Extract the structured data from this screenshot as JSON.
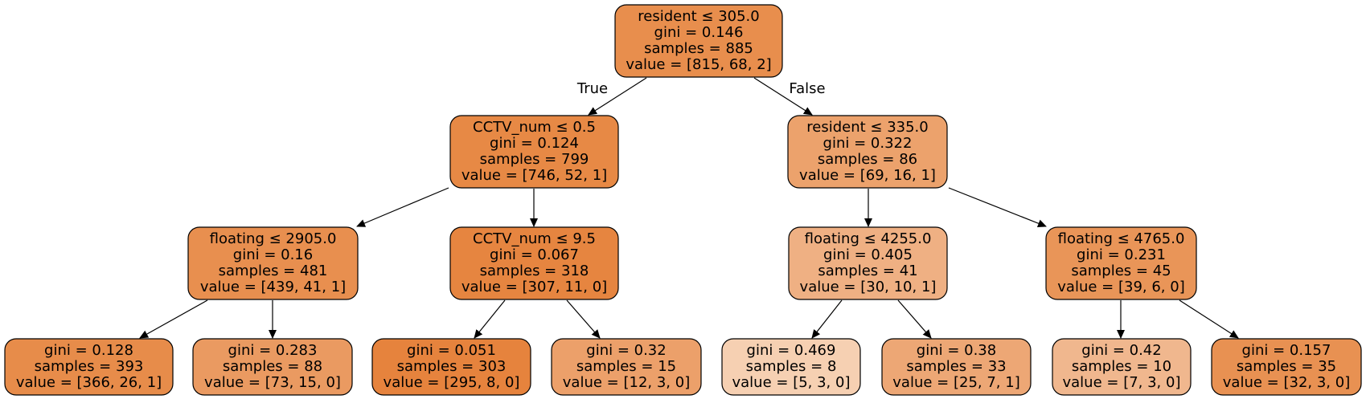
{
  "nodes": [
    {
      "id": "n0",
      "color": "#e88e4d",
      "lines": [
        "resident ≤ 305.0",
        "gini = 0.146",
        "samples = 885",
        "value = [815, 68, 2]"
      ]
    },
    {
      "id": "n1",
      "color": "#e78945",
      "lines": [
        "CCTV_num ≤ 0.5",
        "gini = 0.124",
        "samples = 799",
        "value = [746, 52, 1]"
      ]
    },
    {
      "id": "n2",
      "color": "#eca26c",
      "lines": [
        "resident ≤ 335.0",
        "gini = 0.322",
        "samples = 86",
        "value = [69, 16, 1]"
      ]
    },
    {
      "id": "n3",
      "color": "#e88f4f",
      "lines": [
        "floating ≤ 2905.0",
        "gini = 0.16",
        "samples = 481",
        "value = [439, 41, 1]"
      ]
    },
    {
      "id": "n4",
      "color": "#e68540",
      "lines": [
        "CCTV_num ≤ 9.5",
        "gini = 0.067",
        "samples = 318",
        "value = [307, 11, 0]"
      ]
    },
    {
      "id": "n5",
      "color": "#efb083",
      "lines": [
        "floating ≤ 4255.0",
        "gini = 0.405",
        "samples = 41",
        "value = [30, 10, 1]"
      ]
    },
    {
      "id": "n6",
      "color": "#e99558",
      "lines": [
        "floating ≤ 4765.0",
        "gini = 0.231",
        "samples = 45",
        "value = [39, 6, 0]"
      ]
    },
    {
      "id": "n7",
      "color": "#e78c4a",
      "lines": [
        "gini = 0.128",
        "samples = 393",
        "value = [366, 26, 1]"
      ]
    },
    {
      "id": "n8",
      "color": "#ea9a61",
      "lines": [
        "gini = 0.283",
        "samples = 88",
        "value = [73, 15, 0]"
      ]
    },
    {
      "id": "n9",
      "color": "#e6833d",
      "lines": [
        "gini = 0.051",
        "samples = 303",
        "value = [295, 8, 0]"
      ]
    },
    {
      "id": "n10",
      "color": "#eca06a",
      "lines": [
        "gini = 0.32",
        "samples = 15",
        "value = [12, 3, 0]"
      ]
    },
    {
      "id": "n11",
      "color": "#f6d0b2",
      "lines": [
        "gini = 0.469",
        "samples = 8",
        "value = [5, 3, 0]"
      ]
    },
    {
      "id": "n12",
      "color": "#eda775",
      "lines": [
        "gini = 0.38",
        "samples = 33",
        "value = [25, 7, 1]"
      ]
    },
    {
      "id": "n13",
      "color": "#f0b78e",
      "lines": [
        "gini = 0.42",
        "samples = 10",
        "value = [7, 3, 0]"
      ]
    },
    {
      "id": "n14",
      "color": "#e89152",
      "lines": [
        "gini = 0.157",
        "samples = 35",
        "value = [32, 3, 0]"
      ]
    }
  ],
  "edges": [
    {
      "from": "n0",
      "to": "n1",
      "label": "True"
    },
    {
      "from": "n0",
      "to": "n2",
      "label": "False"
    },
    {
      "from": "n1",
      "to": "n3",
      "label": ""
    },
    {
      "from": "n1",
      "to": "n4",
      "label": ""
    },
    {
      "from": "n2",
      "to": "n5",
      "label": ""
    },
    {
      "from": "n2",
      "to": "n6",
      "label": ""
    },
    {
      "from": "n3",
      "to": "n7",
      "label": ""
    },
    {
      "from": "n3",
      "to": "n8",
      "label": ""
    },
    {
      "from": "n4",
      "to": "n9",
      "label": ""
    },
    {
      "from": "n4",
      "to": "n10",
      "label": ""
    },
    {
      "from": "n5",
      "to": "n11",
      "label": ""
    },
    {
      "from": "n5",
      "to": "n12",
      "label": ""
    },
    {
      "from": "n6",
      "to": "n13",
      "label": ""
    },
    {
      "from": "n6",
      "to": "n14",
      "label": ""
    }
  ]
}
